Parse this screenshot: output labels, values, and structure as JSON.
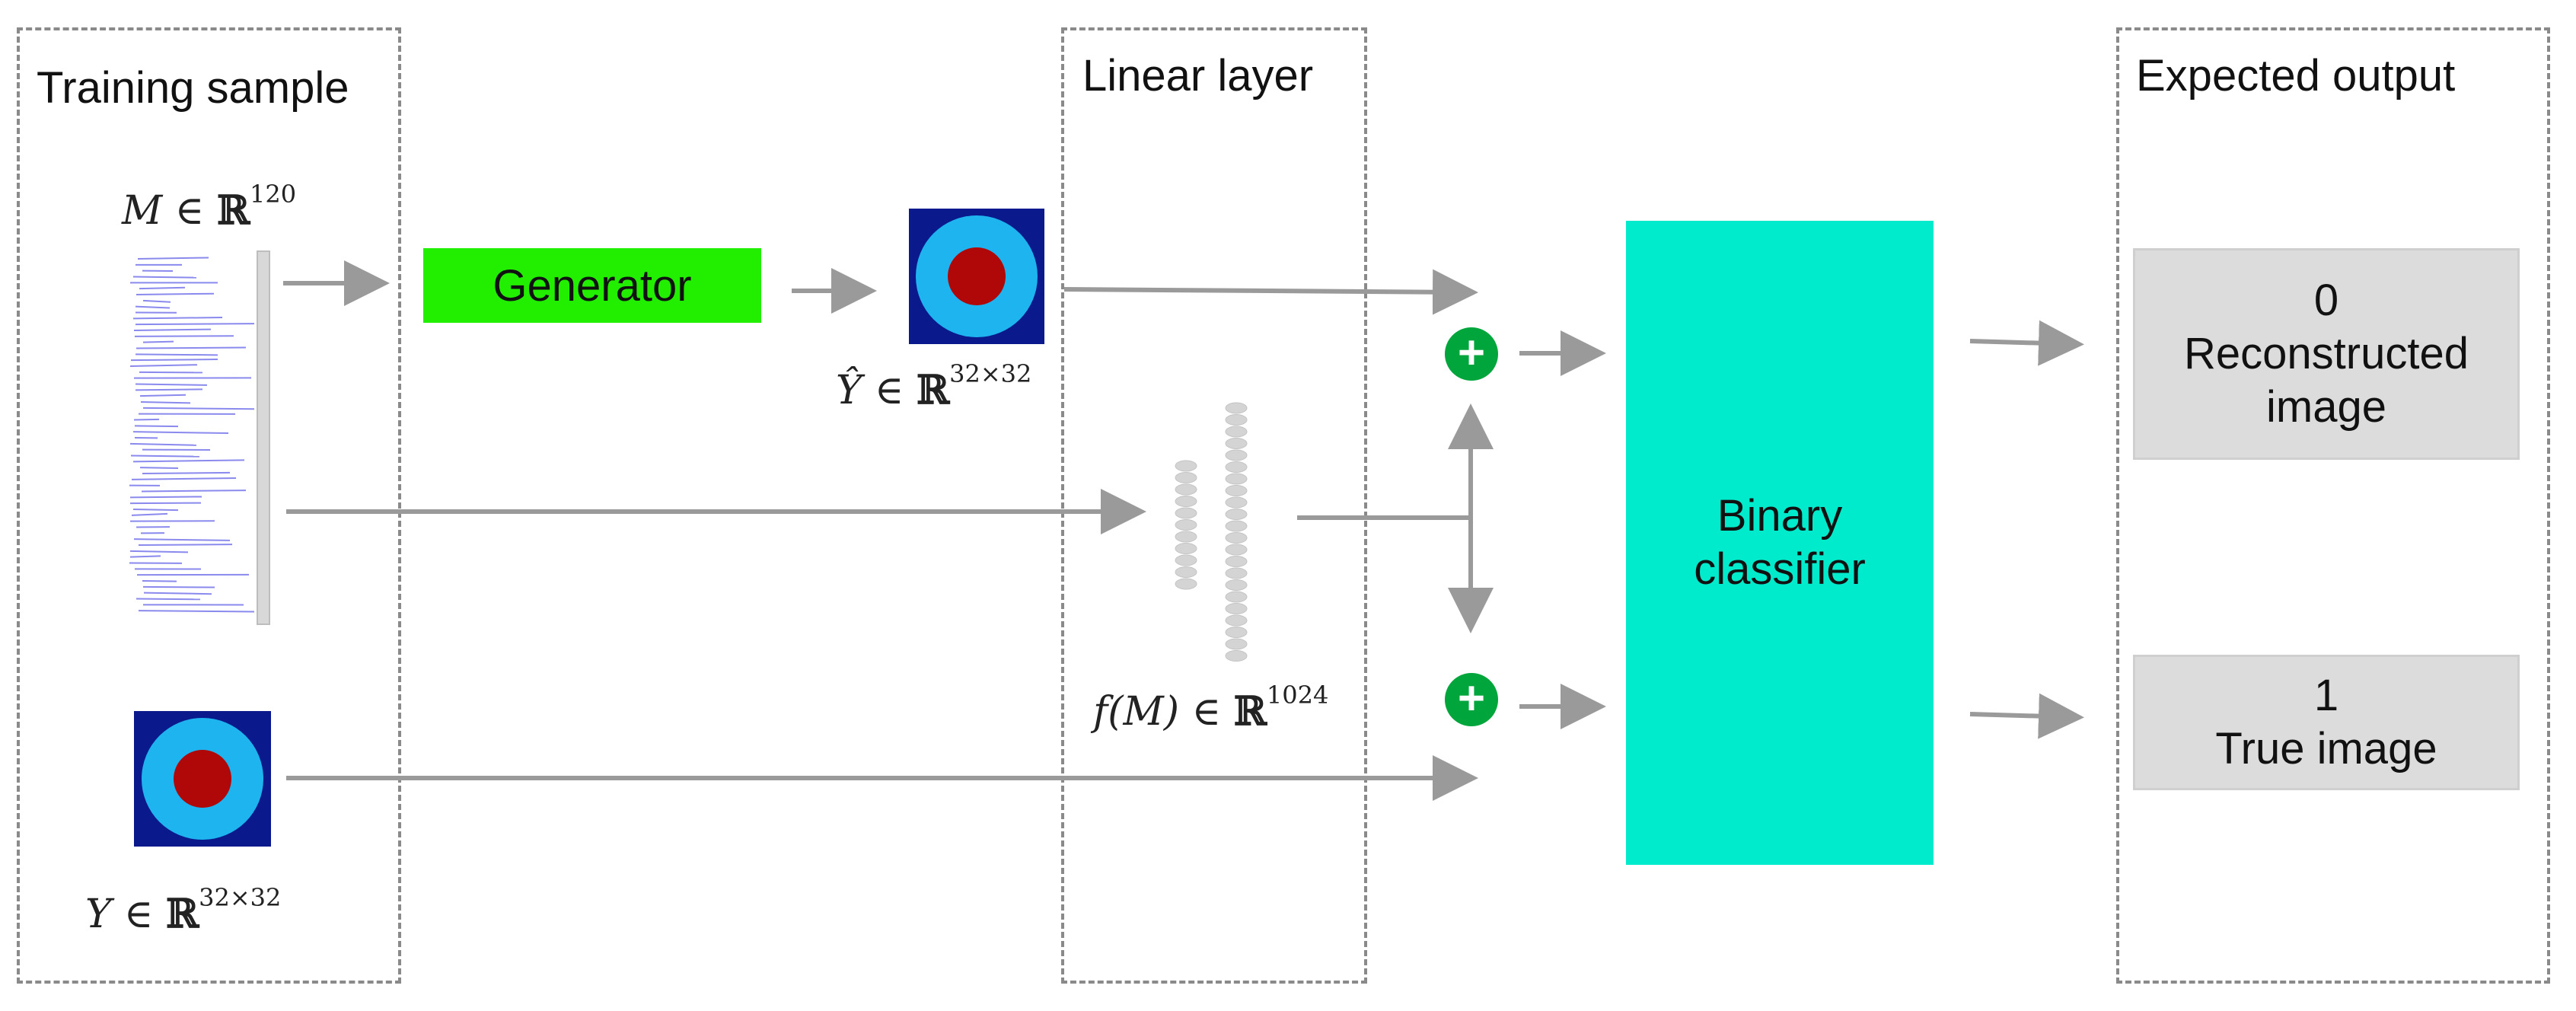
{
  "panels": {
    "training_sample": "Training sample",
    "linear_layer": "Linear layer",
    "expected_output": "Expected output"
  },
  "math": {
    "m_var": "M",
    "m_op": "∈",
    "m_set": "ℝ",
    "m_exp": "120",
    "yhat_var": "Ŷ",
    "yhat_op": "∈",
    "yhat_set": "ℝ",
    "yhat_exp": "32×32",
    "fm_var": "f(M)",
    "fm_op": "∈",
    "fm_set": "ℝ",
    "fm_exp": "1024",
    "y_var": "Y",
    "y_op": "∈",
    "y_set": "ℝ",
    "y_exp": "32×32"
  },
  "generator": {
    "label": "Generator"
  },
  "classifier": {
    "line1": "Binary",
    "line2": "classifier"
  },
  "outputs": {
    "reconstructed": {
      "value": "0",
      "label_line1": "Reconstructed",
      "label_line2": "image"
    },
    "true": {
      "value": "1",
      "label_line1": "True image"
    }
  },
  "plus_symbol": "+",
  "colors": {
    "generator": "#22ee00",
    "classifier": "#00eacc",
    "output_box": "#dcdcdc",
    "plus": "#00a63b",
    "arrow": "#9a9a9a",
    "image_outer": "#0a1a8c",
    "image_mid": "#1eb4f0",
    "image_core": "#b00808",
    "signal": "#8a8aee",
    "neuron": "#d4d4d4"
  }
}
